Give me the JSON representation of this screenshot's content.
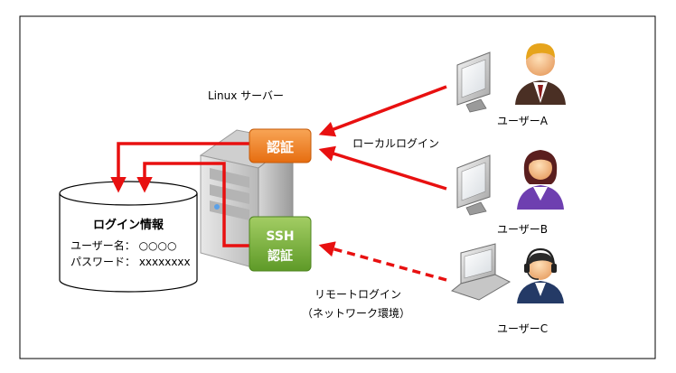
{
  "server": {
    "label": "Linux サーバー",
    "auth_box_label": "認証",
    "ssh_box_line1": "SSH",
    "ssh_box_line2": "認証"
  },
  "database": {
    "title": "ログイン情報",
    "username_line": "ユーザー名： ○○○○",
    "password_line": "パスワード： xxxxxxxx"
  },
  "connections": {
    "local_label": "ローカルログイン",
    "remote_label_line1": "リモートログイン",
    "remote_label_line2": "（ネットワーク環境）"
  },
  "users": [
    {
      "label": "ユーザーA",
      "device": "desktop-monitor-icon",
      "person": "businessman-icon"
    },
    {
      "label": "ユーザーB",
      "device": "desktop-monitor-icon",
      "person": "businesswoman-icon"
    },
    {
      "label": "ユーザーC",
      "device": "laptop-icon",
      "person": "headset-operator-icon"
    }
  ],
  "colors": {
    "arrow": "#e81010",
    "auth_box": "#f07f1e",
    "ssh_box": "#77b03a",
    "frame": "#000000"
  }
}
